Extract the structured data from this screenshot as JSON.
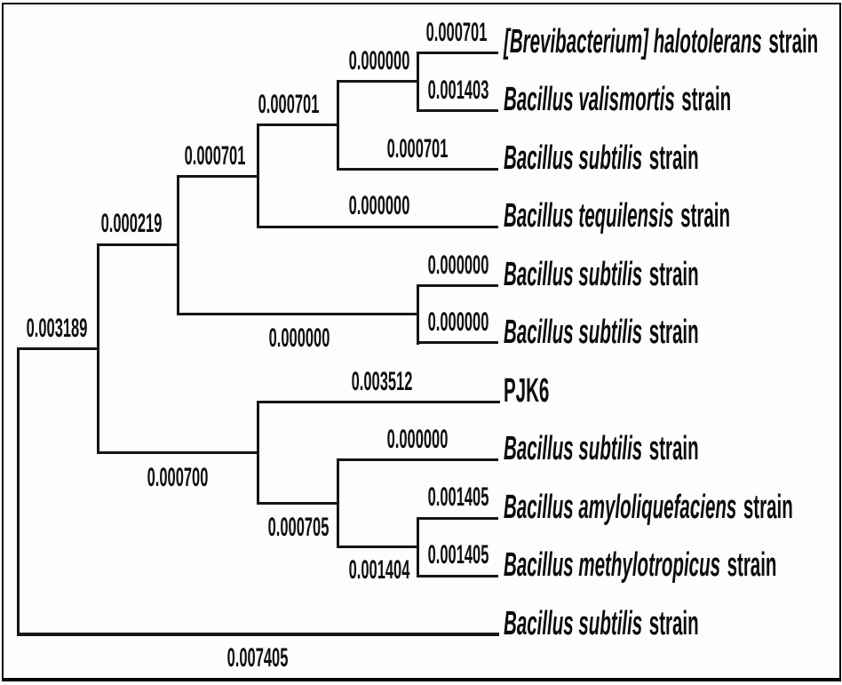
{
  "figure_type": "phylogenetic_tree_cladogram",
  "colors": {
    "background": "#fdfdfd",
    "line": "#151515",
    "text": "#0d0d0d",
    "border": "#050505"
  },
  "tree": {
    "leaves": [
      {
        "species": "[Brevibacterium] halotolerans",
        "label": "strain",
        "branch_length": "0.000701"
      },
      {
        "species": "Bacillus valismortis",
        "label": "strain",
        "branch_length": "0.001403"
      },
      {
        "species": "Bacillus subtilis",
        "label": "strain",
        "branch_length": "0.000701"
      },
      {
        "species": "Bacillus tequilensis",
        "label": "strain",
        "branch_length": "0.000000"
      },
      {
        "species": "Bacillus subtilis",
        "label": "strain",
        "branch_length": "0.000000"
      },
      {
        "species": "Bacillus subtilis",
        "label": "strain",
        "branch_length": "0.000000"
      },
      {
        "species": "",
        "label": "PJK6",
        "branch_length": "0.003512"
      },
      {
        "species": "Bacillus subtilis",
        "label": "strain",
        "branch_length": "0.000000"
      },
      {
        "species": "Bacillus amyloliquefaciens",
        "label": "strain",
        "branch_length": "0.001405"
      },
      {
        "species": "Bacillus methylotropicus",
        "label": "strain",
        "branch_length": "0.001405"
      },
      {
        "species": "Bacillus subtilis",
        "label": "strain",
        "branch_length": "0.007405"
      }
    ],
    "internal_branches": [
      {
        "id": "halotolerans-valismortis-ancestor",
        "branch_length": "0.000000"
      },
      {
        "id": "upper-trio-ancestor",
        "branch_length": "0.000701"
      },
      {
        "id": "upper-quartet-ancestor",
        "branch_length": "0.000701"
      },
      {
        "id": "upper-major-clade-ancestor",
        "branch_length": "0.000219"
      },
      {
        "id": "subtilis-pair-ancestor",
        "branch_length": "0.000000"
      },
      {
        "id": "root-inner-ancestor",
        "branch_length": "0.003189"
      },
      {
        "id": "lower-major-clade-ancestor",
        "branch_length": "0.000700"
      },
      {
        "id": "lower-trio-ancestor",
        "branch_length": "0.000705"
      },
      {
        "id": "amylo-methylo-ancestor",
        "branch_length": "0.001404"
      }
    ]
  }
}
